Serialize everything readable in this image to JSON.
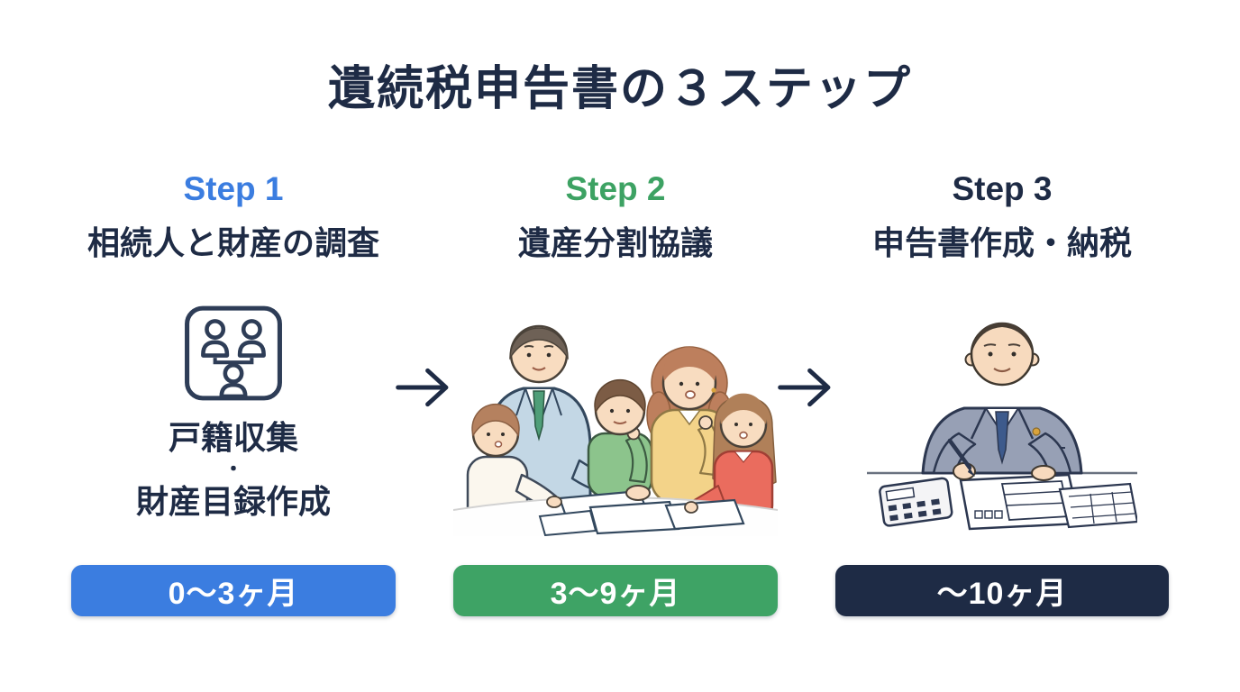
{
  "title": "遺続税申告書の３ステップ",
  "colors": {
    "background": "#ffffff",
    "title_text": "#1e2b45",
    "step1_accent": "#3b7de0",
    "step2_accent": "#3ea365",
    "step3_accent": "#1e2b45",
    "badge_text": "#ffffff"
  },
  "steps": [
    {
      "label": "Step 1",
      "subtitle": "相続人と財産の調査",
      "icon": "family-tree-icon",
      "detail_line1": "戸籍収集",
      "detail_sep": "・",
      "detail_line2": "財産目録作成",
      "duration": "0〜3ヶ月",
      "accent_color": "#3b7de0"
    },
    {
      "label": "Step 2",
      "subtitle": "遺産分割協議",
      "illustration": "family-discussion-illustration",
      "duration": "3〜9ヶ月",
      "accent_color": "#3ea365"
    },
    {
      "label": "Step 3",
      "subtitle": "申告書作成・納税",
      "illustration": "tax-advisor-writing-illustration",
      "duration": "〜10ヶ月",
      "accent_color": "#1e2b45"
    }
  ],
  "connectors": {
    "arrow_1": "right-arrow",
    "arrow_2": "right-arrow"
  }
}
